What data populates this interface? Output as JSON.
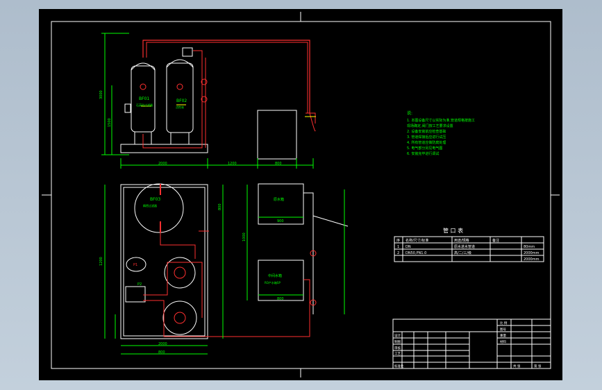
{
  "notes": {
    "title": "说:",
    "lines": [
      "1. 本图设备尺寸以实际为准,管道规格按施工",
      "   现场确定,阀门按工艺要求设置",
      "2. 设备安装前应检查基础",
      "3. 管道焊接后应进行试压",
      "4. 所有管道应做防腐处理",
      "5. 电气部分另见电气图",
      "6. 安装完毕进行调试"
    ]
  },
  "nozzle_table": {
    "title": "管 口 表",
    "headers": [
      "序",
      "名称/尺寸/标准",
      "用途/规格",
      "备注"
    ],
    "rows": [
      [
        "1",
        "DN",
        "原水进水管道",
        "80mm"
      ],
      [
        "2",
        "DN50,PN1.0",
        "高/二/三/级",
        "2000mm"
      ],
      [
        "",
        "",
        "",
        "2000mm"
      ]
    ]
  },
  "labels": {
    "tank1": "BF01",
    "tank1_sub": "石英砂过滤器",
    "tank2": "BF02",
    "tank2_sub": "活性炭",
    "top_tank": "BF03",
    "top_tank_sub": "精密过滤器",
    "box1": "原水箱",
    "box2": "中间水箱",
    "box2_sub": "RO产水箱SP",
    "pump1": "P1",
    "pump2": "P2"
  },
  "dimensions": {
    "d1": "2000",
    "d2": "1200",
    "d3": "800",
    "d4": "3000",
    "d5": "1500",
    "d6": "2000",
    "d7": "800",
    "d8": "1200",
    "d9": "800",
    "d10": "1000",
    "d11": "900",
    "d12": "800"
  },
  "title_block": {
    "r1": [
      "设计",
      "",
      "",
      "比 例"
    ],
    "r2": [
      "制图",
      "",
      "",
      "图号"
    ],
    "r3": [
      "审核",
      "",
      "",
      "重量"
    ],
    "r4": [
      "工艺",
      "",
      "",
      "材料"
    ],
    "bottom": [
      "标准化",
      "",
      "共 张",
      "第 张"
    ]
  },
  "colors": {
    "line": "#ffffff",
    "dim": "#00ff00",
    "pipe": "#ff3030",
    "accent": "#ffff00",
    "equip": "#ff00ff"
  }
}
